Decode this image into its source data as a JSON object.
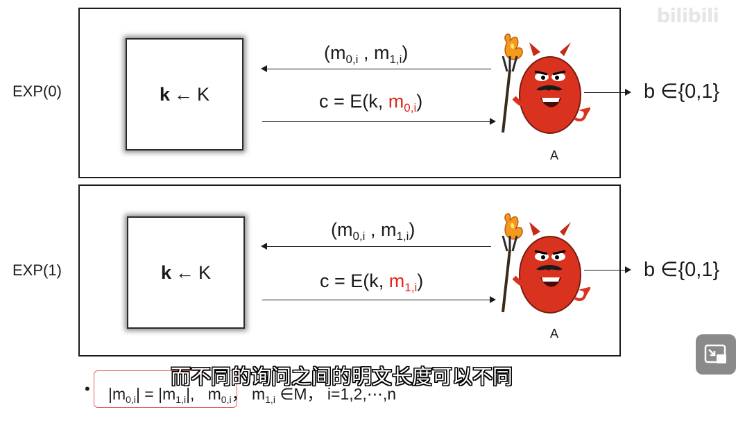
{
  "watermark": "bilibili",
  "experiments": [
    {
      "label": "EXP(0)",
      "key_gen": {
        "k": "k",
        "arrow": "←",
        "K": "K"
      },
      "query_msg": "(m",
      "query_sub0": "0,i",
      "query_mid": " , m",
      "query_sub1": "1,i",
      "query_end": ")",
      "cipher_prefix": "c = E(k, ",
      "cipher_m": "m",
      "cipher_sub": "0,i",
      "cipher_end": ")",
      "adversary_label": "A",
      "output": "b ∈{0,1}"
    },
    {
      "label": "EXP(1)",
      "key_gen": {
        "k": "k",
        "arrow": "←",
        "K": "K"
      },
      "query_msg": "(m",
      "query_sub0": "0,i",
      "query_mid": " , m",
      "query_sub1": "1,i",
      "query_end": ")",
      "cipher_prefix": "c = E(k, ",
      "cipher_m": "m",
      "cipher_sub": "1,i",
      "cipher_end": ")",
      "adversary_label": "A",
      "output": "b ∈{0,1}"
    }
  ],
  "bottom_note": {
    "bullet": "•",
    "abs_open": "|m",
    "abs_sub0": "0,i",
    "abs_mid": "| = |m",
    "abs_sub1": "1,i",
    "abs_close": "|,",
    "m_a": "m",
    "m_a_sub": "0,i",
    "comma1": "，",
    "m_b": "m",
    "m_b_sub": "1,i",
    "in_M": " ∈M，",
    "index": "i=1,2,⋯,n"
  },
  "subtitle": "而不同的询问之间的明文长度可以不同",
  "colors": {
    "highlight": "#e0281a",
    "devil_body": "#d9331f",
    "flame": "#f39a1e"
  },
  "icons": {
    "devil": "devil-adversary-icon",
    "pip": "picture-in-picture-icon"
  }
}
